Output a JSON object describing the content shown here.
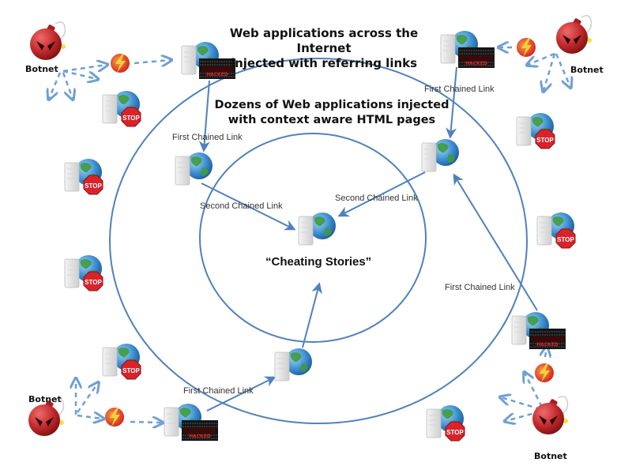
{
  "titles": {
    "outer_line1": "Web applications across the Internet",
    "outer_line2": "injected with referring links",
    "middle_line1": "Dozens of Web applications injected",
    "middle_line2": "with context aware HTML pages"
  },
  "center": {
    "label": "“Cheating Stories”"
  },
  "link_labels": {
    "first_top_left": "First Chained Link",
    "first_top_right": "First Chained Link",
    "first_right": "First Chained Link",
    "first_bottom": "First Chained Link",
    "second_left": "Second Chained Link",
    "second_right": "Second Chained Link"
  },
  "botnets": [
    {
      "label": "Botnet"
    },
    {
      "label": "Botnet"
    },
    {
      "label": "Botnet"
    },
    {
      "label": "Botnet"
    }
  ],
  "badges": {
    "hacked": "HACKED",
    "stop": "STOP"
  },
  "colors": {
    "line": "#4f81bd",
    "bomb": "#c0282a",
    "stop": "#d9232a",
    "hacked_bg": "#151515",
    "hacked_text": "#e0262a",
    "globe": "#3d8fd1",
    "land": "#3f9a3f"
  }
}
